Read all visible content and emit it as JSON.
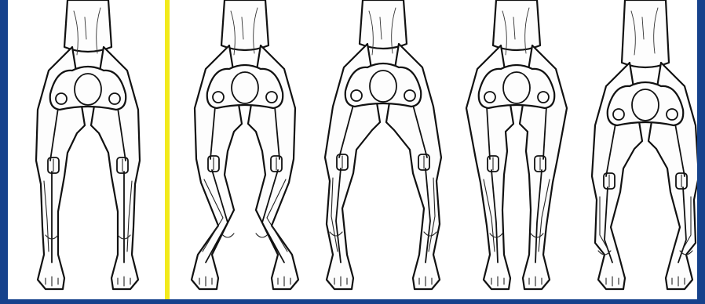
{
  "figure": {
    "panel_count": 5,
    "colors": {
      "border": "#16428c",
      "divider": "#f2ea1c",
      "background": "#ffffff",
      "ink": "#111111"
    },
    "panels": [
      {
        "id": "panel-1",
        "stance": "straight"
      },
      {
        "id": "panel-2",
        "stance": "knees-converging"
      },
      {
        "id": "panel-3",
        "stance": "knees-diverging"
      },
      {
        "id": "panel-4",
        "stance": "narrow"
      },
      {
        "id": "panel-5",
        "stance": "wide"
      }
    ]
  }
}
